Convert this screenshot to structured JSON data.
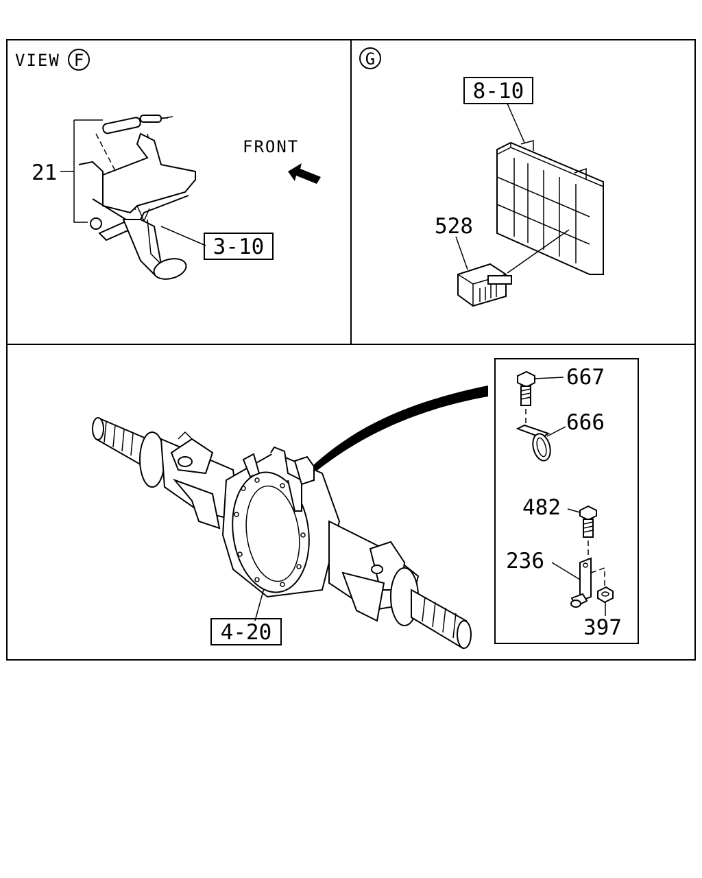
{
  "panels": {
    "view_f": {
      "view_word": "VIEW",
      "view_letter": "F",
      "front_label": "FRONT",
      "callouts": {
        "part_21": "21",
        "ref_3_10": "3-10"
      }
    },
    "view_g": {
      "view_letter": "G",
      "callouts": {
        "ref_8_10": "8-10",
        "part_528": "528"
      }
    },
    "axle": {
      "callouts": {
        "ref_4_20": "4-20"
      },
      "detail": {
        "part_667": "667",
        "part_666": "666",
        "part_482": "482",
        "part_236": "236",
        "part_397": "397"
      }
    }
  }
}
